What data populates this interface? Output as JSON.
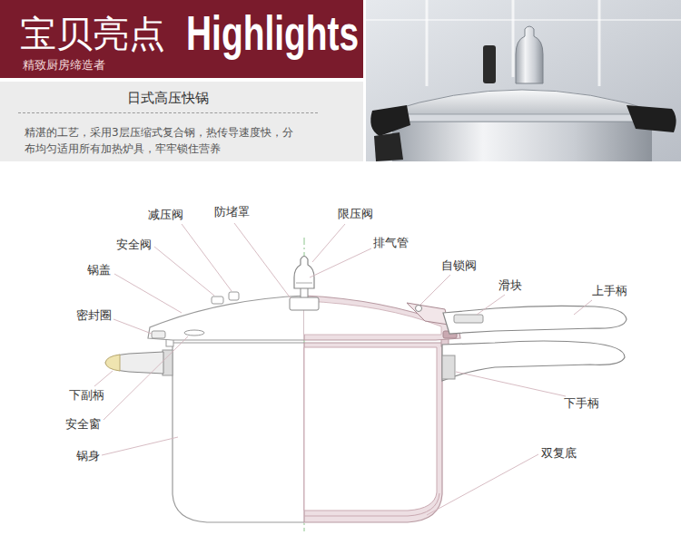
{
  "diagram": {
    "nodes": [
      {
        "text": [
          "宝贝亮点",
          "Highlights",
          "精致厨房缔造者"
        ]
      },
      {
        "text": [
          "日式高压快锅",
          "精湛的工艺，采用3层压缩式复合钢，热传导速度快，分布均匀适用所有加热炉具，牢牢锁住营养"
        ]
      }
    ],
    "labels": [
      "减压阀",
      "防堵罩",
      "限压阀",
      "排气管",
      "安全阀",
      "锅盖",
      "自锁阀",
      "滑块",
      "上手柄",
      "密封圈",
      "下副柄",
      "下手柄",
      "安全窗",
      "锅身",
      "双复底"
    ]
  }
}
